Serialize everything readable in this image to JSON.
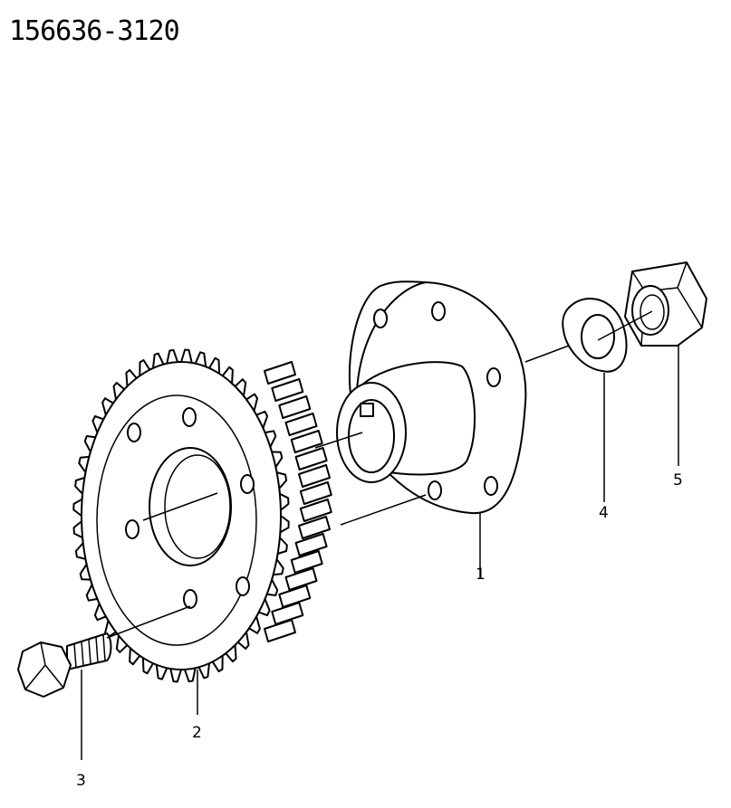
{
  "header": {
    "part_number": "156636-3120"
  },
  "callouts": [
    {
      "id": "1",
      "label": "1"
    },
    {
      "id": "2",
      "label": "2"
    },
    {
      "id": "3",
      "label": "3"
    },
    {
      "id": "4",
      "label": "4"
    },
    {
      "id": "5",
      "label": "5"
    }
  ],
  "parts": [
    {
      "callout": "1",
      "icon": "hub-flange-icon"
    },
    {
      "callout": "2",
      "icon": "gear-icon"
    },
    {
      "callout": "3",
      "icon": "bolt-icon"
    },
    {
      "callout": "4",
      "icon": "washer-icon"
    },
    {
      "callout": "5",
      "icon": "hex-nut-icon"
    }
  ]
}
